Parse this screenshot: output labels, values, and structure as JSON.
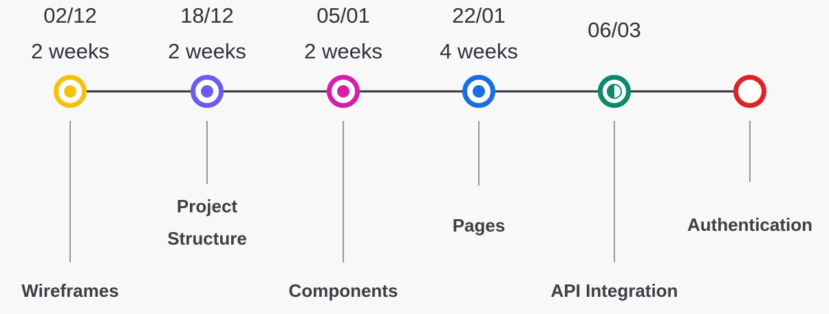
{
  "milestones": [
    {
      "date": "02/12",
      "duration": "2 weeks",
      "label_lines": [
        "Wireframes"
      ],
      "color": "#f4c20d",
      "marker": "dot"
    },
    {
      "date": "18/12",
      "duration": "2 weeks",
      "label_lines": [
        "Project",
        "Structure"
      ],
      "color": "#6b5cf0",
      "marker": "dot"
    },
    {
      "date": "05/01",
      "duration": "2 weeks",
      "label_lines": [
        "Components"
      ],
      "color": "#d61fa8",
      "marker": "dot"
    },
    {
      "date": "22/01",
      "duration": "4 weeks",
      "label_lines": [
        "Pages"
      ],
      "color": "#1a6fe0",
      "marker": "dot"
    },
    {
      "date": "06/03",
      "duration": "",
      "label_lines": [
        "API Integration"
      ],
      "color": "#0e8a6a",
      "marker": "half"
    },
    {
      "date": "",
      "duration": "",
      "label_lines": [
        "Authentication"
      ],
      "color": "#e02222",
      "marker": "empty"
    }
  ],
  "colors": {
    "line": "#333333",
    "background": "#f8f8f9"
  }
}
